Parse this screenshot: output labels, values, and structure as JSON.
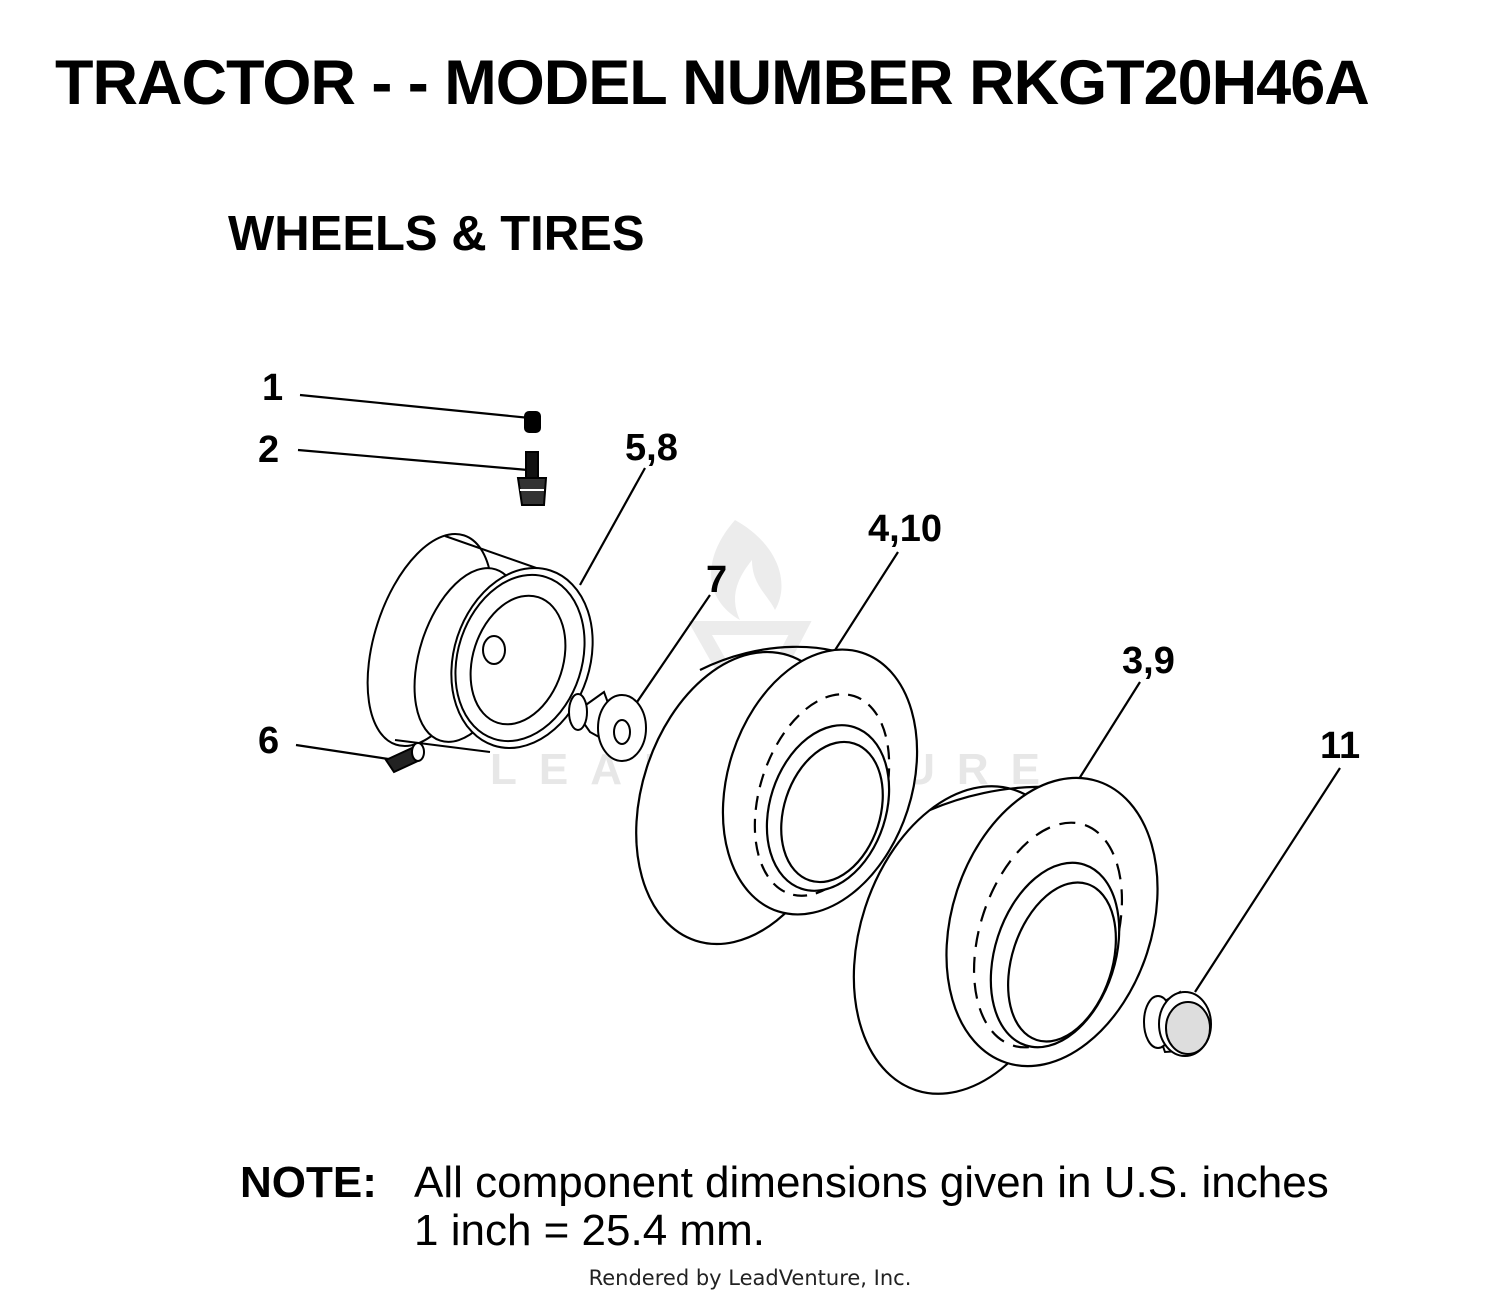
{
  "header": {
    "title": "TRACTOR - - MODEL NUMBER RKGT20H46A",
    "subtitle": "WHEELS & TIRES"
  },
  "callouts": {
    "c1": "1",
    "c2": "2",
    "c58": "5,8",
    "c7": "7",
    "c410": "4,10",
    "c39": "3,9",
    "c11": "11",
    "c6": "6"
  },
  "note": {
    "label": "NOTE:",
    "line1": "All component dimensions given in U.S. inches",
    "line2": "1 inch = 25.4 mm."
  },
  "watermark": "LEADVENTURE",
  "footer": "Rendered by LeadVenture, Inc."
}
